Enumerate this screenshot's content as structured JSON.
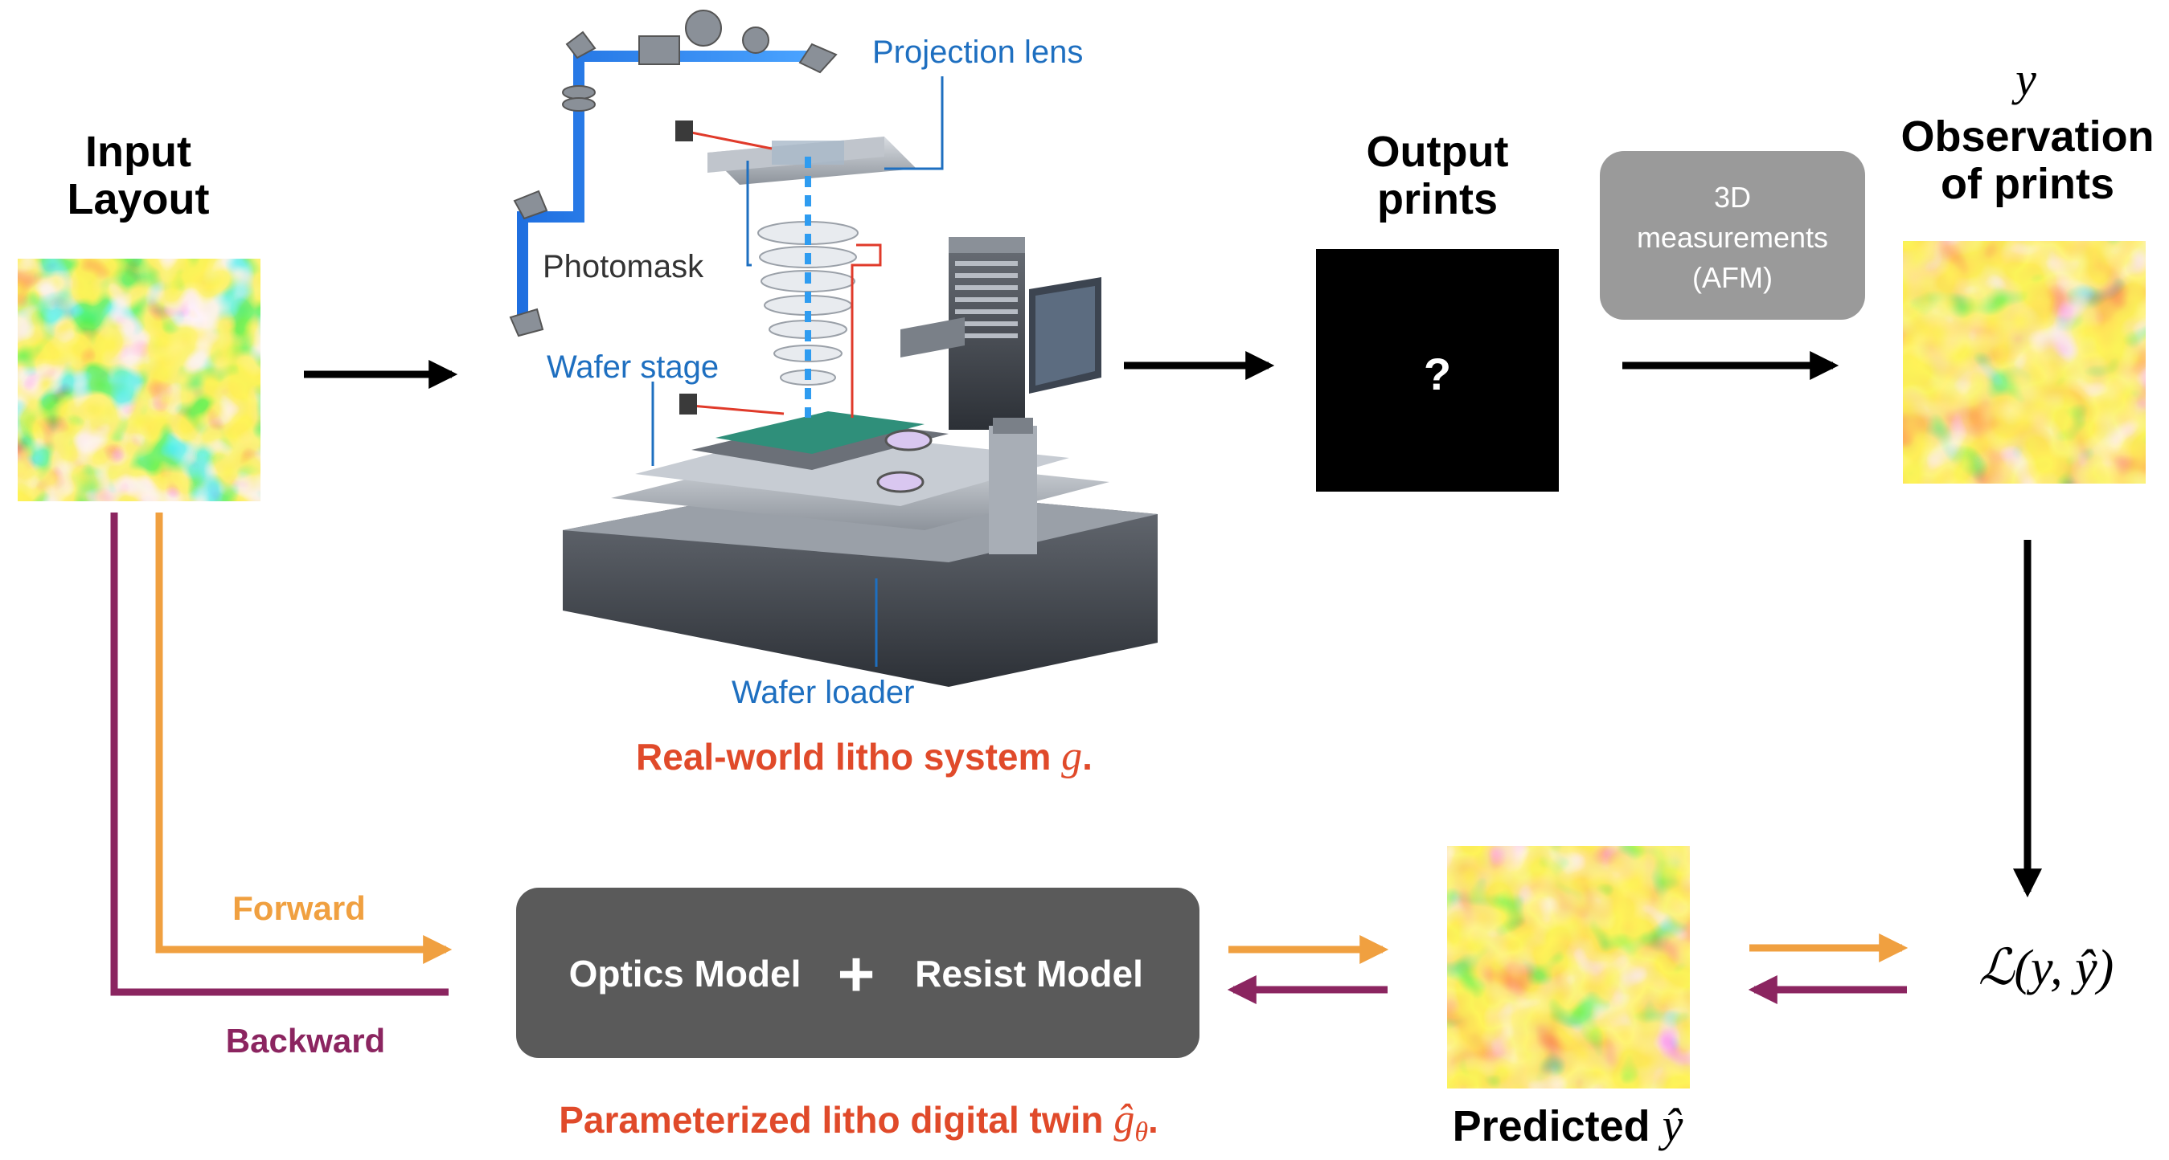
{
  "input": {
    "title_line1": "Input",
    "title_line2": "Layout"
  },
  "litho_system": {
    "label_projection_lens": "Projection lens",
    "label_photomask": "Photomask",
    "label_wafer_stage": "Wafer stage",
    "label_wafer_loader": "Wafer loader",
    "caption_text": "Real-world litho system ",
    "caption_symbol": "g",
    "caption_end": "."
  },
  "output": {
    "title_line1": "Output",
    "title_line2": "prints",
    "unknown_mark": "?"
  },
  "measurement": {
    "line1": "3D",
    "line2": "measurements",
    "line3": "(AFM)"
  },
  "observation": {
    "symbol": "y",
    "title_line1": "Observation",
    "title_line2": "of prints"
  },
  "twin": {
    "optics_label": "Optics Model",
    "plus": "+",
    "resist_label": "Resist Model",
    "caption_text": "Parameterized litho digital twin ",
    "caption_symbol": "ĝ",
    "caption_subscript": "θ",
    "caption_end": "."
  },
  "flow": {
    "forward_label": "Forward",
    "backward_label": "Backward"
  },
  "predicted": {
    "label_text": "Predicted ",
    "label_symbol": "ŷ"
  },
  "loss": {
    "expression": "ℒ(y, ŷ)"
  },
  "colors": {
    "forward": "#F0A040",
    "backward": "#8B2560",
    "caption_red": "#E04A2A",
    "label_blue": "#1E6FC0",
    "dark_box": "#5A5A5A",
    "gray_box": "#9A9A9A"
  }
}
